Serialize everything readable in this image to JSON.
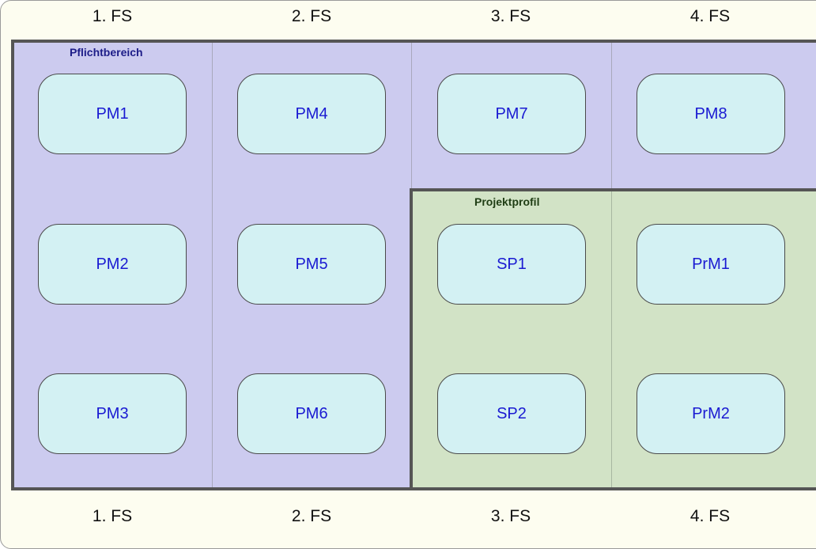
{
  "semesters_top": [
    "1. FS",
    "2. FS",
    "3. FS",
    "4. FS"
  ],
  "semesters_bottom": [
    "1. FS",
    "2. FS",
    "3. FS",
    "4. FS"
  ],
  "regions": {
    "pflicht": {
      "label": "Pflichtbereich",
      "fill": "#cccbef",
      "label_color": "#1d1d88"
    },
    "projekt": {
      "label": "Projektprofil",
      "fill": "#d2e3c6",
      "label_color": "#1f3d14"
    }
  },
  "modules": {
    "pm1": "PM1",
    "pm2": "PM2",
    "pm3": "PM3",
    "pm4": "PM4",
    "pm5": "PM5",
    "pm6": "PM6",
    "pm7": "PM7",
    "pm8": "PM8",
    "sp1": "SP1",
    "sp2": "SP2",
    "prm1": "PrM1",
    "prm2": "PrM2"
  },
  "colors": {
    "module_fill": "#d3f1f3",
    "module_text": "#1a1ad2",
    "border": "#555555",
    "background": "#fdfdf0"
  }
}
